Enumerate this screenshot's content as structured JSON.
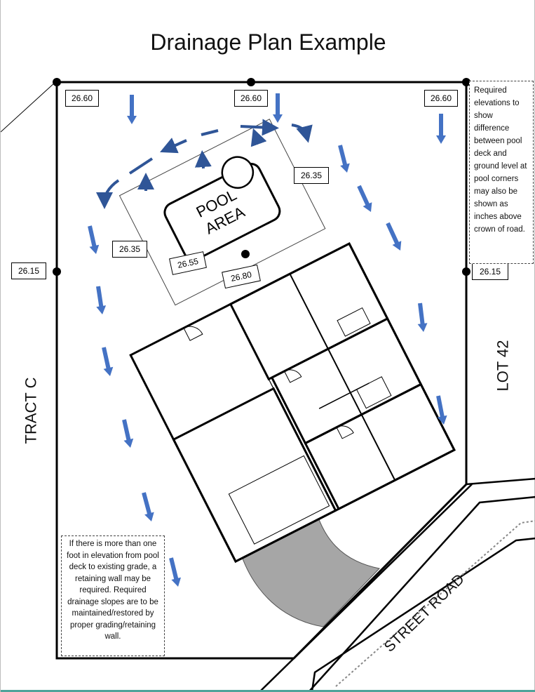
{
  "title": "Drainage Plan Example",
  "pool": {
    "line1": "POOL",
    "line2": "AREA"
  },
  "elevations": {
    "corner_top_left": "26.60",
    "top_middle": "26.60",
    "corner_top_right": "26.60",
    "pool_right": "26.35",
    "pool_left": "26.35",
    "pool_deck": "26.55",
    "house_corner": "26.80",
    "left_side": "26.15",
    "right_side": "26.15"
  },
  "labels": {
    "tract": "TRACT C",
    "lot": "LOT 42",
    "street": "STREET ROAD"
  },
  "notes": {
    "right": "Required elevations to show difference between pool deck and ground level at pool corners may also be shown as inches above crown of road.",
    "left": "If there is more than one foot in elevation from pool deck to existing grade, a retaining wall may be required. Required drainage slopes are to be maintained/restored by proper grading/retaining wall."
  },
  "colors": {
    "arrow": "#4472c4",
    "dashed_arrow": "#2f5597",
    "driveway": "#a6a6a6",
    "boundary": "#000000"
  }
}
